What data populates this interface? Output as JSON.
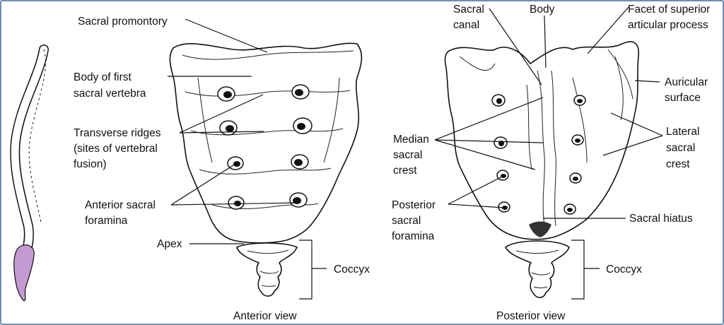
{
  "colors": {
    "frame": "#6e8fb7",
    "sacrum_highlight": "#c49bd0"
  },
  "anterior": {
    "view_title": "Anterior view",
    "sacral_promontory": "Sacral promontory",
    "body_first_vertebra": [
      "Body of first",
      "sacral vertebra"
    ],
    "transverse_ridges": [
      "Transverse ridges",
      "(sites of vertebral",
      "fusion)"
    ],
    "anterior_foramina": [
      "Anterior sacral",
      "foramina"
    ],
    "apex": "Apex",
    "coccyx": "Coccyx"
  },
  "posterior": {
    "view_title": "Posterior view",
    "sacral_canal": [
      "Sacral",
      "canal"
    ],
    "body": "Body",
    "facet": [
      "Facet of superior",
      "articular process"
    ],
    "auricular_surface": [
      "Auricular",
      "surface"
    ],
    "median_crest": [
      "Median",
      "sacral",
      "crest"
    ],
    "lateral_crest": [
      "Lateral",
      "sacral",
      "crest"
    ],
    "posterior_foramina": [
      "Posterior",
      "sacral",
      "foramina"
    ],
    "sacral_hiatus": "Sacral hiatus",
    "coccyx": "Coccyx"
  }
}
